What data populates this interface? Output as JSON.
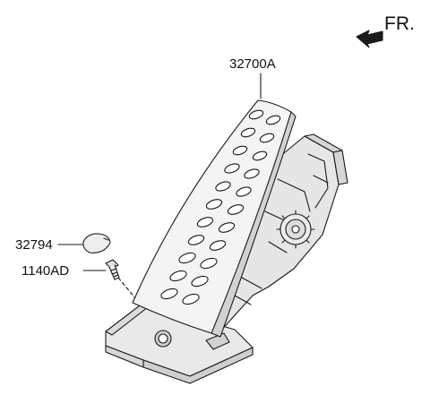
{
  "labels": {
    "direction": "FR.",
    "pedal_assembly": "32700A",
    "cap": "32794",
    "bolt": "1140AD"
  },
  "colors": {
    "line": "#1a1a1a",
    "pad_fill": "#f4f4f4",
    "body_fill": "#e6e6e6",
    "shadow_fill": "#cfcfcf"
  }
}
